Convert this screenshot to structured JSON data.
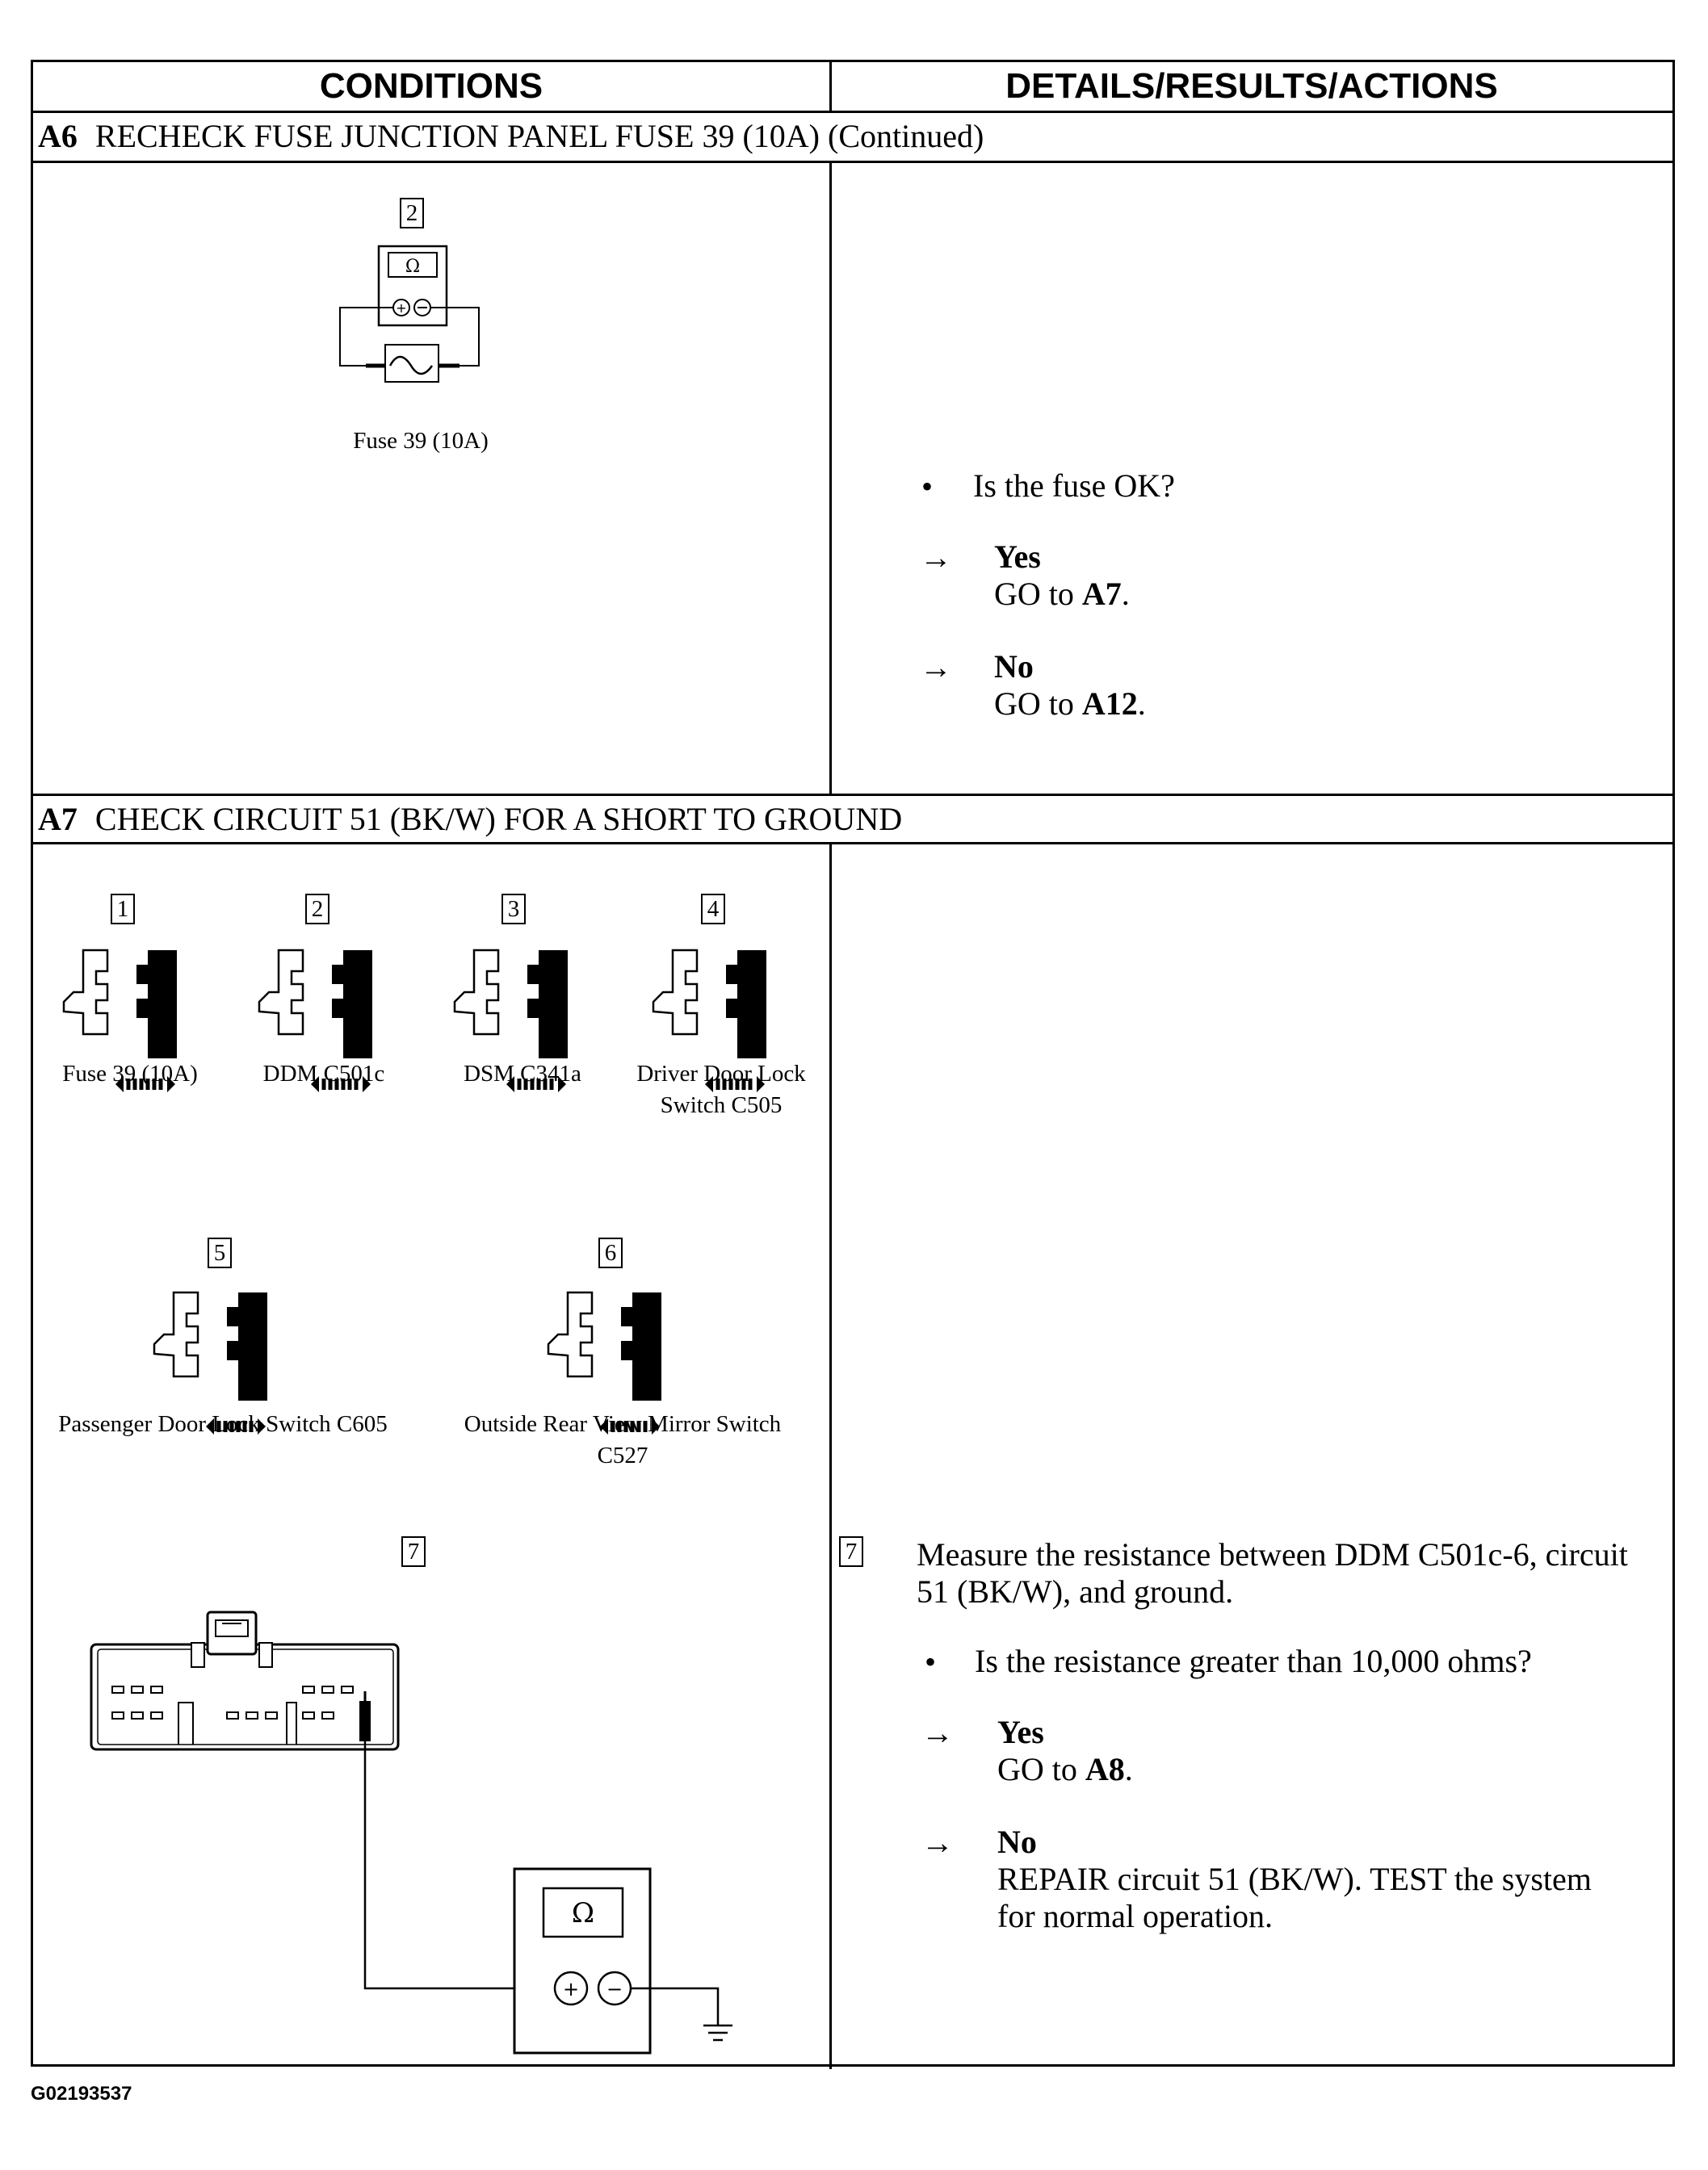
{
  "header": {
    "conditions": "CONDITIONS",
    "details": "DETAILS/RESULTS/ACTIONS"
  },
  "a6": {
    "step": "A6",
    "title": "RECHECK FUSE JUNCTION PANEL FUSE 39 (10A) (Continued)",
    "diagram_num": "2",
    "ohm_symbol": "Ω",
    "caption": "Fuse 39 (10A)",
    "question": "Is the fuse OK?",
    "yes_label": "Yes",
    "yes_prefix": "GO to ",
    "yes_target": "A7",
    "no_label": "No",
    "no_prefix": "GO to ",
    "no_target": "A12"
  },
  "a7": {
    "step": "A7",
    "title": "CHECK CIRCUIT 51 (BK/W) FOR A SHORT TO GROUND",
    "connectors": [
      {
        "num": "1",
        "caption": "Fuse 39 (10A)"
      },
      {
        "num": "2",
        "caption": "DDM C501c"
      },
      {
        "num": "3",
        "caption": "DSM C341a"
      },
      {
        "num": "4",
        "caption_line1": "Driver Door Lock",
        "caption_line2": "Switch C505"
      },
      {
        "num": "5",
        "caption": "Passenger Door Lock Switch C605"
      },
      {
        "num": "6",
        "caption_line1": "Outside Rear View Mirror Switch",
        "caption_line2": "C527"
      }
    ],
    "meter_num": "7",
    "ohm_symbol": "Ω",
    "plus": "+",
    "minus": "−",
    "step_num": "7",
    "instruction": "Measure the resistance between DDM C501c-6, circuit 51 (BK/W), and ground.",
    "question": "Is the resistance greater than 10,000 ohms?",
    "yes_label": "Yes",
    "yes_prefix": "GO to ",
    "yes_target": "A8",
    "no_label": "No",
    "no_text": "REPAIR circuit 51 (BK/W). TEST the system for normal operation."
  },
  "footer": {
    "code": "G02193537"
  },
  "glyphs": {
    "bullet": "•",
    "arrow": "→"
  }
}
